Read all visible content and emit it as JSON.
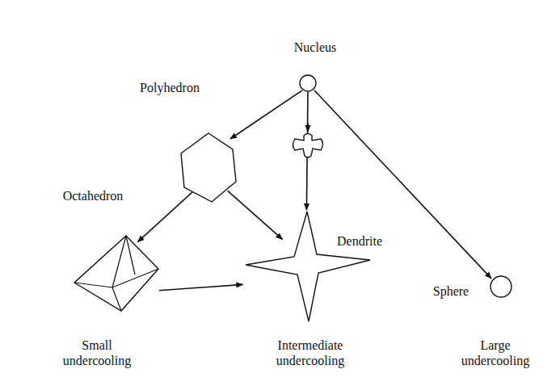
{
  "diagram": {
    "nodes": [
      {
        "text": [
          "Nucleus"
        ]
      },
      {
        "text": [
          "Polyhedron"
        ]
      },
      {
        "text": [
          "Octahedron"
        ]
      },
      {
        "text": [
          "Dendrite"
        ]
      },
      {
        "text": [
          "Sphere"
        ]
      }
    ],
    "edges": [
      {
        "from": 0,
        "to": 1,
        "arrow": "to"
      },
      {
        "from": 0,
        "to": 3,
        "arrow": "to"
      },
      {
        "from": 0,
        "to": 4,
        "arrow": "to"
      },
      {
        "from": 1,
        "to": 2,
        "arrow": "to"
      },
      {
        "from": 1,
        "to": 3,
        "arrow": "to"
      },
      {
        "from": 2,
        "to": 3,
        "arrow": "to"
      }
    ],
    "labels": [
      "Small undercooling",
      "Intermediate undercooling",
      "Large undercooling"
    ]
  }
}
